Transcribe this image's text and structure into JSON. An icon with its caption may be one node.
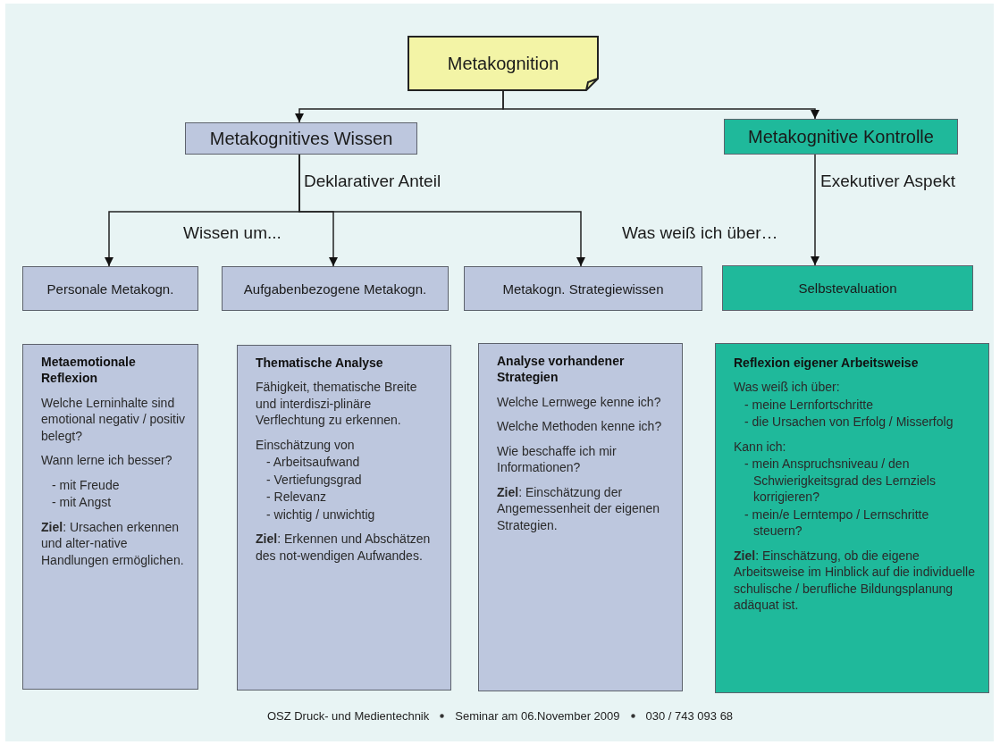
{
  "diagram": {
    "nodes": [
      {
        "text": [
          "Metakognition"
        ]
      },
      {
        "text": [
          "Metakognitives Wissen"
        ]
      },
      {
        "text": [
          "Metakognitive Kontrolle"
        ]
      },
      {
        "text": [
          "Personale Metakogn."
        ]
      },
      {
        "text": [
          "Aufgabenbezogene Metakogn."
        ]
      },
      {
        "text": [
          "Metakogn. Strategiewissen"
        ]
      },
      {
        "text": [
          "Selbstevaluation"
        ]
      },
      {
        "text": [
          "Metaemotionale Reflexion",
          "Welche Lerninhalte sind emotional negativ / positiv belegt?",
          "Wann lerne ich besser?",
          "- mit Freude",
          "- mit Angst",
          "**Ziel**: Ursachen erkennen und alter-native Handlungen ermöglichen."
        ]
      },
      {
        "text": [
          "Thematische Analyse",
          "Fähigkeit, thematische Breite und interdiszi-plinäre Verflechtung zu erkennen.",
          "Einschätzung von",
          "- Arbeitsaufwand",
          "- Vertiefungsgrad",
          "- Relevanz",
          "- wichtig / unwichtig",
          "**Ziel**: Erkennen und Abschätzen des not-wendigen Aufwandes."
        ]
      },
      {
        "text": [
          "Analyse vorhandener Strategien",
          "Welche Lernwege kenne ich?",
          "Welche Methoden kenne ich?",
          "Wie beschaffe ich mir Informationen?",
          "**Ziel**: Einschätzung der Angemessenheit der eigenen Strategien."
        ]
      },
      {
        "text": [
          "Reflexion eigener Arbeitsweise",
          "Was weiß ich über:",
          "- meine Lernfortschritte",
          "- die Ursachen von Erfolg / Misserfolg",
          "Kann ich:",
          "- mein Anspruchsniveau / den Schwierigkeitsgrad des Lernziels korrigieren?",
          "- mein/e Lerntempo / Lernschritte steuern?",
          "**Ziel**: Einschätzung, ob die eigene Arbeitsweise im Hinblick auf die individuelle schulische / berufliche Bildungsplanung adäquat ist."
        ]
      }
    ],
    "edges": [
      {
        "from": 0,
        "to": 1,
        "arrow": "to"
      },
      {
        "from": 0,
        "to": 2,
        "arrow": "to"
      },
      {
        "from": 1,
        "to": 3,
        "arrow": "to"
      },
      {
        "from": 1,
        "to": 4,
        "arrow": "to"
      },
      {
        "from": 1,
        "to": 5,
        "arrow": "to"
      },
      {
        "from": 2,
        "to": 6,
        "arrow": "to"
      }
    ],
    "labels": [
      "Deklarativer Anteil",
      "Exekutiver Aspekt",
      "Wissen um...",
      "Was weiß ich über…",
      "OSZ Druck- und Medientechnik",
      "Seminar am 06.November 2009",
      "030 / 743 093 68"
    ]
  }
}
